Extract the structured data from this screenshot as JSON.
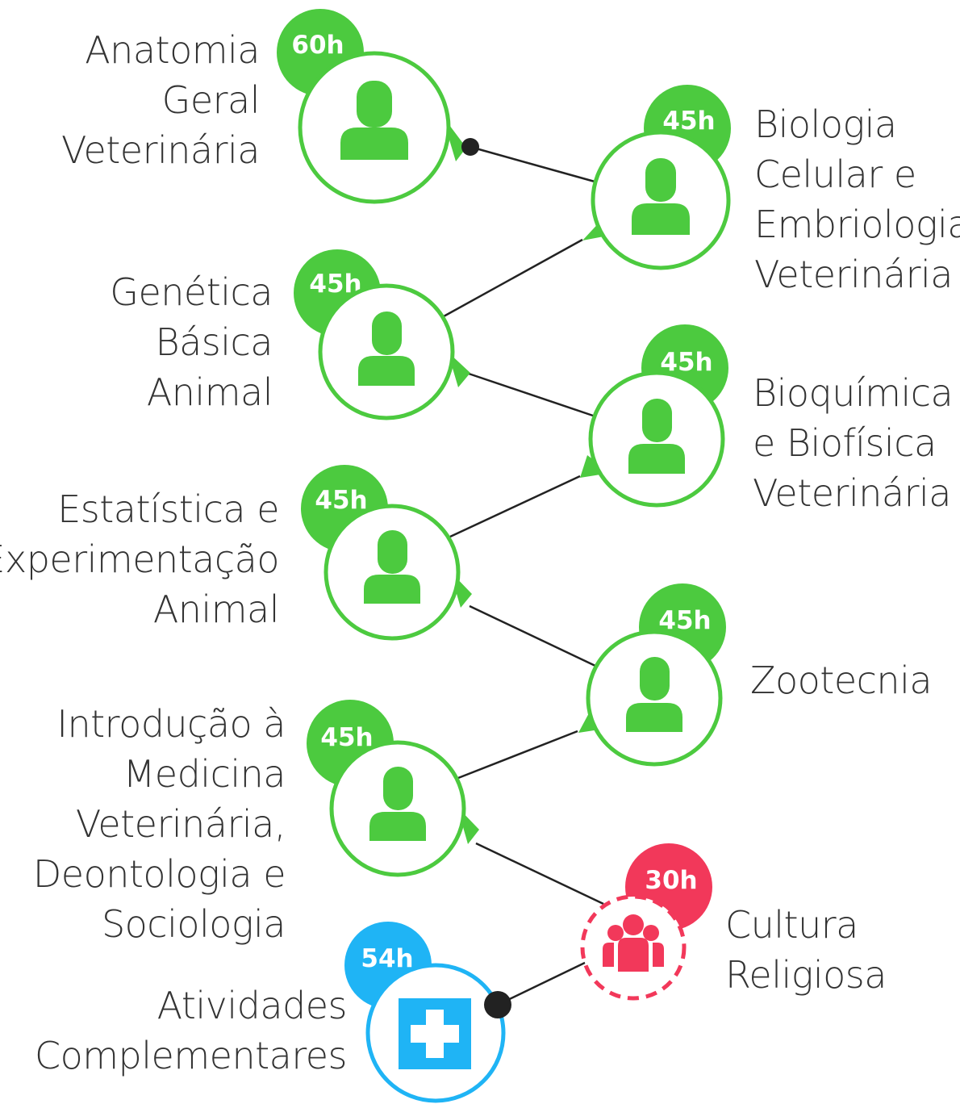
{
  "courses": [
    {
      "name": "Anatomia\nGeral\nVeterinária",
      "hours": "60h",
      "icon": "person-icon",
      "color": "#4cca3f"
    },
    {
      "name": "Biologia\nCelular e\nEmbriologia\nVeterinária",
      "hours": "45h",
      "icon": "person-icon",
      "color": "#4cca3f"
    },
    {
      "name": "Genética\nBásica\nAnimal",
      "hours": "45h",
      "icon": "person-icon",
      "color": "#4cca3f"
    },
    {
      "name": "Bioquímica\ne Biofísica\nVeterinária",
      "hours": "45h",
      "icon": "person-icon",
      "color": "#4cca3f"
    },
    {
      "name": "Estatística e\nExperimentação\nAnimal",
      "hours": "45h",
      "icon": "person-icon",
      "color": "#4cca3f"
    },
    {
      "name": "Zootecnia",
      "hours": "45h",
      "icon": "person-icon",
      "color": "#4cca3f"
    },
    {
      "name": "Introdução à\nMedicina\nVeterinária,\nDeontologia e\nSociologia",
      "hours": "45h",
      "icon": "person-icon",
      "color": "#4cca3f"
    },
    {
      "name": "Cultura\nReligiosa",
      "hours": "30h",
      "icon": "group-icon",
      "color": "#f2385a"
    },
    {
      "name": "Atividades\nComplementares",
      "hours": "54h",
      "icon": "plus-box-icon",
      "color": "#1fb4f5"
    }
  ]
}
